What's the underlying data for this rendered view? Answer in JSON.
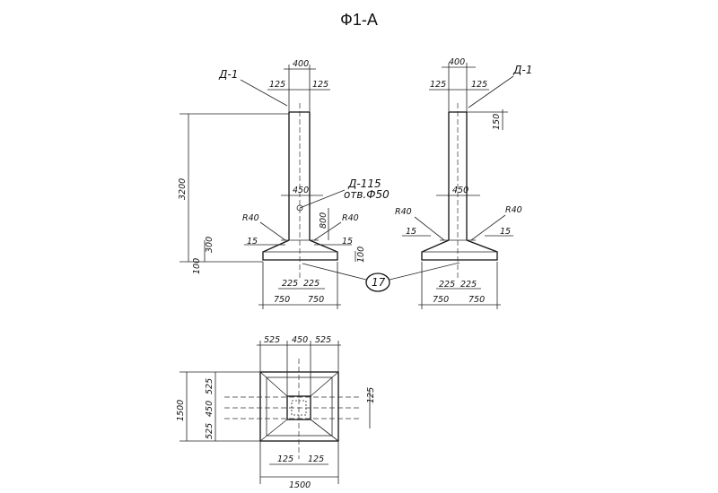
{
  "title": "Ф1-А",
  "front_view": {
    "top_width": "400",
    "top_left": "125",
    "top_right": "125",
    "mark": "Д-1",
    "height": "3200",
    "neck_width": "450",
    "hole_mark": "Д-115",
    "hole_note": "отв.Ф50",
    "fillet_left": "R40",
    "fillet_right": "R40",
    "neck_height": "800",
    "step_left": "15",
    "step_right": "15",
    "left_h1": "300",
    "right_h": "100",
    "base_h": "100",
    "bottom_225_left": "225",
    "bottom_225_right": "225",
    "base_left": "750",
    "base_right": "750",
    "callout": "17"
  },
  "side_view": {
    "top_width": "400",
    "top_left": "125",
    "top_right": "125",
    "mark": "Д-1",
    "top_depth": "150",
    "neck_width": "450",
    "fillet_left": "R40",
    "fillet_right": "R40",
    "step_left": "15",
    "step_right": "15",
    "bottom_225_left": "225",
    "bottom_225_right": "225",
    "base_left": "750",
    "base_right": "750"
  },
  "plan_view": {
    "top_left": "525",
    "top_mid": "450",
    "top_right": "525",
    "left_top": "525",
    "left_mid": "450",
    "left_bottom": "525",
    "left_total": "1500",
    "right_small": "125",
    "bottom_left": "125",
    "bottom_right": "125",
    "bottom_total": "1500"
  }
}
